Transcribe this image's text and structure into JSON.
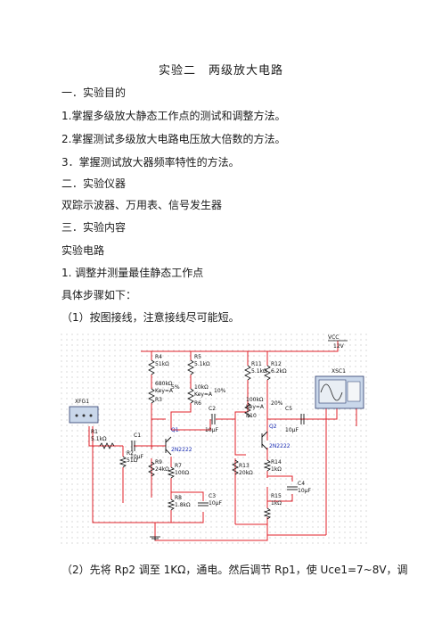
{
  "title": "实验二　两级放大电路",
  "sections": {
    "s1": "一．实验目的",
    "s1_items": [
      "1.掌握多级放大静态工作点的测试和调整方法。",
      "2.掌握测试多级放大电路电压放大倍数的方法。",
      "3．掌握测试放大器频率特性的方法。"
    ],
    "s2": "二．实验仪器",
    "s2_text": "双踪示波器、万用表、信号发生器",
    "s3": "三．实验内容",
    "s3_sub": "实验电路",
    "step1": "1. 调整并测量最佳静态工作点",
    "steps_intro": "具体步骤如下：",
    "step1_1": "（1）按图接线，注意接线尽可能短。",
    "step1_2": "（2）先将 Rp2 调至 1KΩ，通电。然后调节 Rp1，使 Uce1=7~8V，调"
  },
  "circuit": {
    "vcc": "VCC",
    "vcc_val": "12V",
    "xfg1": "XFG1",
    "xsc1": "XSC1",
    "r1": "R1",
    "r1v": "5.1kΩ",
    "r2": "R2",
    "r2v": "51Ω",
    "c1": "C1",
    "c1v": "10μF",
    "r4": "R4",
    "r4v": "51kΩ",
    "rp1v": "680kΩ",
    "rp1k": "Key=A",
    "rp1n": "R3",
    "rp1p": "5%",
    "r5": "R5",
    "r5v": "5.1kΩ",
    "rp2v": "10kΩ",
    "rp2k": "Key=A",
    "rp2n": "R6",
    "rp2p": "10%",
    "c2": "C2",
    "c2v": "10μF",
    "q1": "Q1",
    "q1v": "2N2222",
    "r9": "R9",
    "r9v": "24kΩ",
    "r7": "R7",
    "r7v": "100Ω",
    "r8": "R8",
    "r8v": "1.8kΩ",
    "c3": "C3",
    "c3v": "10μF",
    "r11": "R11",
    "r11v": "5.1kΩ",
    "r12": "R12",
    "r12v": "6.2kΩ",
    "rp3v": "100kΩ",
    "rp3k": "Key=A",
    "rp3n": "R10",
    "rp3p": "20%",
    "c5": "C5",
    "c5v": "10μF",
    "q2": "Q2",
    "q2v": "2N2222",
    "r13": "R13",
    "r13v": "20kΩ",
    "r14": "R14",
    "r14v": "1kΩ",
    "r15": "R15",
    "r15v": "1kΩ",
    "c4": "C4",
    "c4v": "10μF"
  }
}
